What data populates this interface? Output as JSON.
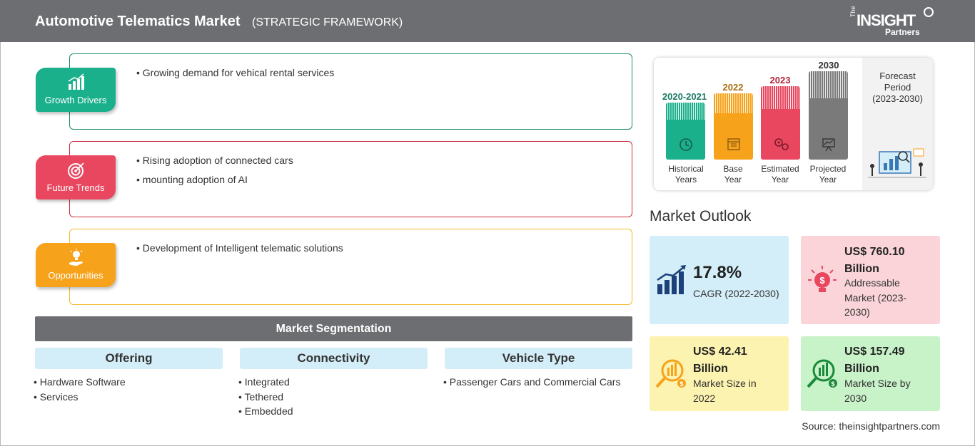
{
  "header": {
    "title": "Automotive Telematics Market",
    "subtitle": "(STRATEGIC FRAMEWORK)",
    "logo": {
      "the": "The",
      "insight": "INSIGHT",
      "partners": "Partners"
    }
  },
  "framework": [
    {
      "tag": "Growth Drivers",
      "icon": "growth-chart-icon",
      "color": "#1bb08c",
      "border": "#1b8c6e",
      "bullets": [
        "Growing demand for vehical rental services"
      ]
    },
    {
      "tag": "Future Trends",
      "icon": "target-icon",
      "color": "#e8475f",
      "border": "#c9303f",
      "bullets": [
        "Rising adoption of connected cars",
        "mounting adoption of AI"
      ]
    },
    {
      "tag": "Opportunities",
      "icon": "lightbulb-hand-icon",
      "color": "#f7a21b",
      "border": "#f2b92c",
      "bullets": [
        "Development of Intelligent telematic solutions"
      ]
    }
  ],
  "segmentation": {
    "title": "Market Segmentation",
    "columns": [
      {
        "heading": "Offering",
        "items": [
          "Hardware Software",
          "Services"
        ]
      },
      {
        "heading": "Connectivity",
        "items": [
          "Integrated",
          "Tethered",
          "Embedded"
        ]
      },
      {
        "heading": "Vehicle Type",
        "items": [
          "Passenger Cars and Commercial Cars"
        ]
      }
    ]
  },
  "timeline": {
    "bars": [
      {
        "year": "2020-2021",
        "label_1": "Historical",
        "label_2": "Years",
        "color": "#1bb08c",
        "year_color": "#1a7a62",
        "icon": "history-icon"
      },
      {
        "year": "2022",
        "label_1": "Base",
        "label_2": "Year",
        "color": "#f7a21b",
        "year_color": "#a86c10",
        "icon": "calendar-icon"
      },
      {
        "year": "2023",
        "label_1": "Estimated",
        "label_2": "Year",
        "color": "#e8475f",
        "year_color": "#b0263a",
        "icon": "gears-icon"
      },
      {
        "year": "2030",
        "label_1": "Projected",
        "label_2": "Year",
        "color": "#7a7a7a",
        "year_color": "#333333",
        "icon": "presentation-icon"
      }
    ],
    "forecast": {
      "line_1": "Forecast",
      "line_2": "Period",
      "line_3": "(2023-2030)"
    }
  },
  "outlook": {
    "title": "Market Outlook",
    "cagr": {
      "value": "17.8%",
      "label": "CAGR (2022-2030)",
      "bg": "#d4eef9",
      "icon": "bar-growth-icon"
    },
    "addressable": {
      "value_1": "US$ 760.10",
      "value_2": "Billion",
      "label_1": "Addressable",
      "label_2": "Market (2023-",
      "label_3": "2030)",
      "bg": "#fad4d8",
      "icon": "dollar-bulb-icon"
    },
    "size_2022": {
      "value_1": "US$ 42.41",
      "value_2": "Billion",
      "label_1": "Market Size in",
      "label_2": "2022",
      "bg": "#fdf3b0",
      "icon": "coin-search-icon"
    },
    "size_2030": {
      "value_1": "US$ 157.49",
      "value_2": "Billion",
      "label_1": "Market Size by",
      "label_2": "2030",
      "bg": "#c8f2c8",
      "icon": "chart-search-icon"
    }
  },
  "source": "Source: theinsightpartners.com"
}
